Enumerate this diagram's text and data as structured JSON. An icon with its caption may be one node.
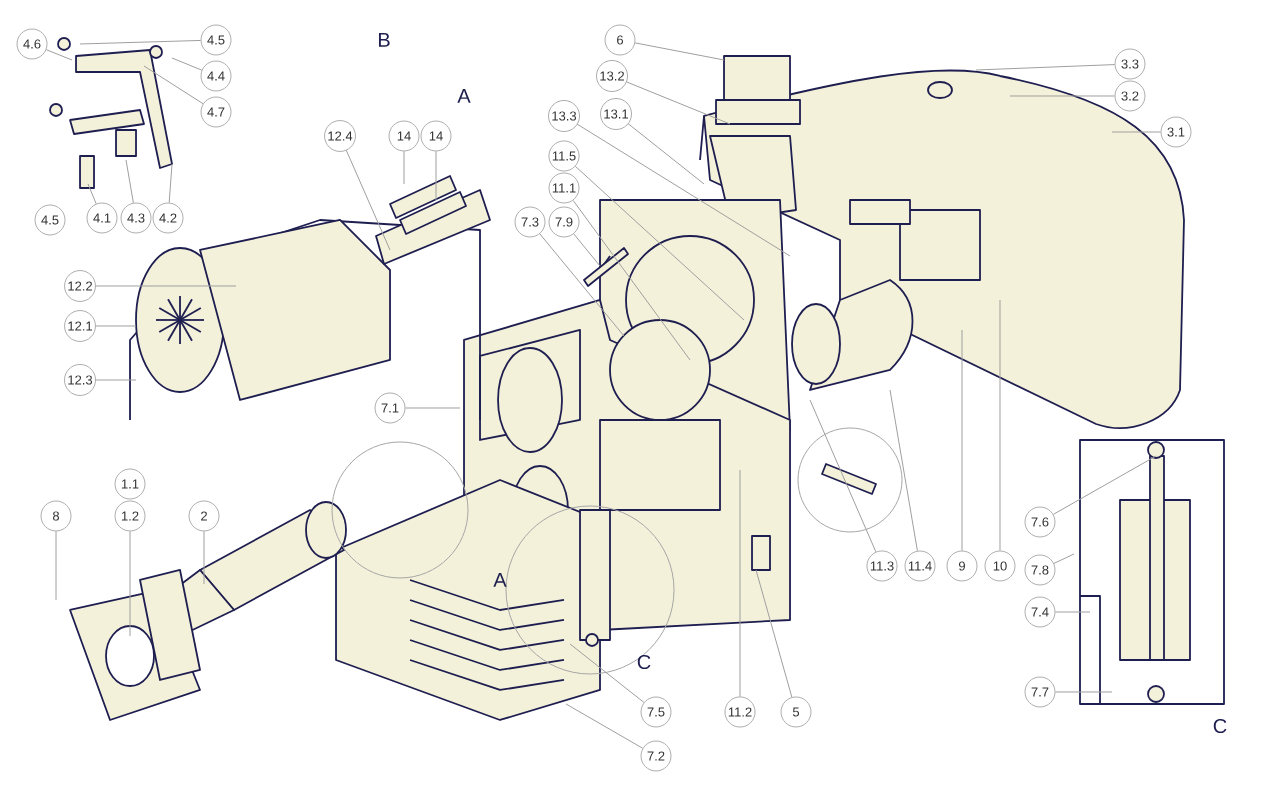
{
  "diagram": {
    "nodes": [
      {
        "text": [
          "4.6"
        ]
      },
      {
        "text": [
          "4.5"
        ]
      },
      {
        "text": [
          "4.4"
        ]
      },
      {
        "text": [
          "4.7"
        ]
      },
      {
        "text": [
          "4.5"
        ]
      },
      {
        "text": [
          "4.1"
        ]
      },
      {
        "text": [
          "4.3"
        ]
      },
      {
        "text": [
          "4.2"
        ]
      },
      {
        "text": [
          "6"
        ]
      },
      {
        "text": [
          "13.2"
        ]
      },
      {
        "text": [
          "13.1"
        ]
      },
      {
        "text": [
          "13.3"
        ]
      },
      {
        "text": [
          "3.3"
        ]
      },
      {
        "text": [
          "3.2"
        ]
      },
      {
        "text": [
          "3.1"
        ]
      },
      {
        "text": [
          "12.4"
        ]
      },
      {
        "text": [
          "14"
        ]
      },
      {
        "text": [
          "14"
        ]
      },
      {
        "text": [
          "11.5"
        ]
      },
      {
        "text": [
          "11.1"
        ]
      },
      {
        "text": [
          "7.3"
        ]
      },
      {
        "text": [
          "7.9"
        ]
      },
      {
        "text": [
          "12.2"
        ]
      },
      {
        "text": [
          "12.1"
        ]
      },
      {
        "text": [
          "12.3"
        ]
      },
      {
        "text": [
          "7.1"
        ]
      },
      {
        "text": [
          "1.1"
        ]
      },
      {
        "text": [
          "8"
        ]
      },
      {
        "text": [
          "1.2"
        ]
      },
      {
        "text": [
          "2"
        ]
      },
      {
        "text": [
          "7.6"
        ]
      },
      {
        "text": [
          "11.3"
        ]
      },
      {
        "text": [
          "11.4"
        ]
      },
      {
        "text": [
          "9"
        ]
      },
      {
        "text": [
          "10"
        ]
      },
      {
        "text": [
          "7.8"
        ]
      },
      {
        "text": [
          "7.4"
        ]
      },
      {
        "text": [
          "7.7"
        ]
      },
      {
        "text": [
          "7.5"
        ]
      },
      {
        "text": [
          "7.2"
        ]
      },
      {
        "text": [
          "11.2"
        ]
      },
      {
        "text": [
          "5"
        ]
      }
    ],
    "edges": [
      {
        "from": 0,
        "to": null,
        "arrow": "none"
      },
      {
        "from": 1,
        "to": null,
        "arrow": "none"
      },
      {
        "from": 2,
        "to": null,
        "arrow": "none"
      },
      {
        "from": 3,
        "to": null,
        "arrow": "none"
      },
      {
        "from": 5,
        "to": null,
        "arrow": "none"
      },
      {
        "from": 6,
        "to": null,
        "arrow": "none"
      },
      {
        "from": 7,
        "to": null,
        "arrow": "none"
      },
      {
        "from": 8,
        "to": null,
        "arrow": "none"
      },
      {
        "from": 9,
        "to": null,
        "arrow": "none"
      },
      {
        "from": 10,
        "to": null,
        "arrow": "none"
      },
      {
        "from": 11,
        "to": null,
        "arrow": "none"
      },
      {
        "from": 12,
        "to": null,
        "arrow": "none"
      },
      {
        "from": 13,
        "to": null,
        "arrow": "none"
      },
      {
        "from": 14,
        "to": null,
        "arrow": "none"
      },
      {
        "from": 15,
        "to": null,
        "arrow": "none"
      },
      {
        "from": 16,
        "to": null,
        "arrow": "none"
      },
      {
        "from": 17,
        "to": null,
        "arrow": "none"
      },
      {
        "from": 18,
        "to": null,
        "arrow": "none"
      },
      {
        "from": 19,
        "to": null,
        "arrow": "none"
      },
      {
        "from": 20,
        "to": null,
        "arrow": "none"
      },
      {
        "from": 21,
        "to": null,
        "arrow": "none"
      },
      {
        "from": 22,
        "to": null,
        "arrow": "none"
      },
      {
        "from": 23,
        "to": null,
        "arrow": "none"
      },
      {
        "from": 24,
        "to": null,
        "arrow": "none"
      },
      {
        "from": 25,
        "to": null,
        "arrow": "none"
      },
      {
        "from": 27,
        "to": null,
        "arrow": "none"
      },
      {
        "from": 28,
        "to": null,
        "arrow": "none"
      },
      {
        "from": 29,
        "to": null,
        "arrow": "none"
      },
      {
        "from": 30,
        "to": null,
        "arrow": "none"
      },
      {
        "from": 31,
        "to": null,
        "arrow": "none"
      },
      {
        "from": 32,
        "to": null,
        "arrow": "none"
      },
      {
        "from": 33,
        "to": null,
        "arrow": "none"
      },
      {
        "from": 34,
        "to": null,
        "arrow": "none"
      },
      {
        "from": 35,
        "to": null,
        "arrow": "none"
      },
      {
        "from": 36,
        "to": null,
        "arrow": "none"
      },
      {
        "from": 37,
        "to": null,
        "arrow": "none"
      },
      {
        "from": 38,
        "to": null,
        "arrow": "none"
      },
      {
        "from": 39,
        "to": null,
        "arrow": "none"
      },
      {
        "from": 40,
        "to": null,
        "arrow": "none"
      },
      {
        "from": 41,
        "to": null,
        "arrow": "none"
      }
    ],
    "labels": [
      "B",
      "A",
      "A",
      "C",
      "C"
    ]
  }
}
